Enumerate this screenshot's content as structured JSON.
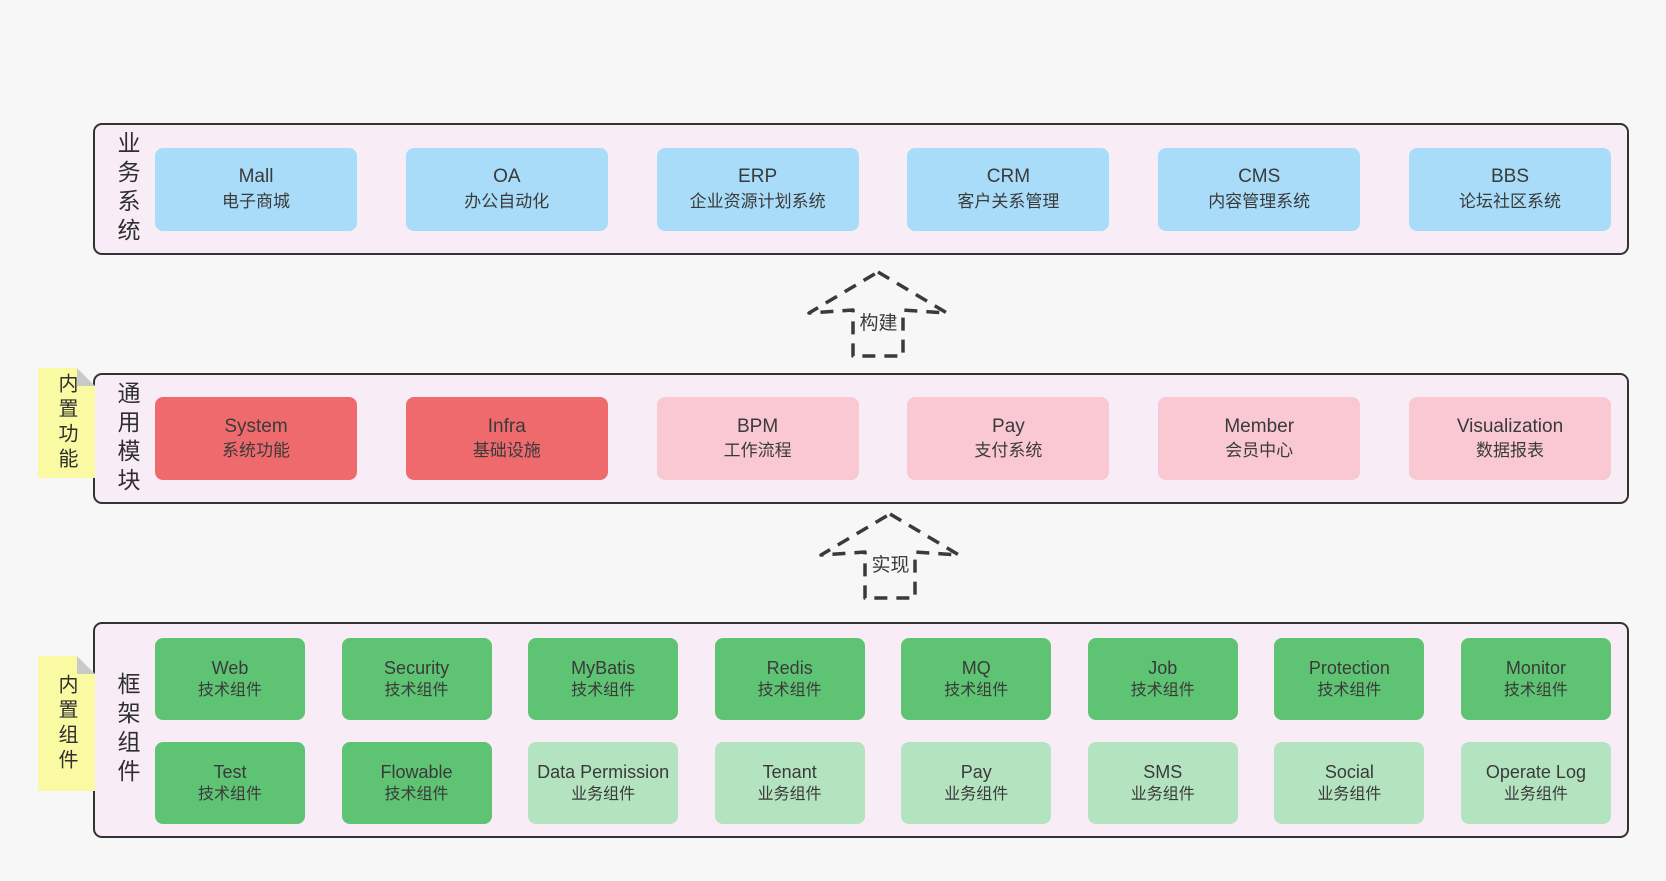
{
  "colors": {
    "page_bg": "#f7f7f7",
    "band_bg": "#f8edf6",
    "band_border": "#333333",
    "blue_box": "#a9dcf9",
    "red_box": "#ef6a6c",
    "pink_box": "#f9c8d3",
    "green_box": "#5ec473",
    "light_green_box": "#b4e3c0",
    "sticky_yellow": "#fafaa3",
    "sticky_fold_gray": "#c9c9c9",
    "text": "#3b3b3b"
  },
  "bands": [
    {
      "label": "业务系统",
      "items": [
        {
          "name": "Mall",
          "desc": "电子商城"
        },
        {
          "name": "OA",
          "desc": "办公自动化"
        },
        {
          "name": "ERP",
          "desc": "企业资源计划系统"
        },
        {
          "name": "CRM",
          "desc": "客户关系管理"
        },
        {
          "name": "CMS",
          "desc": "内容管理系统"
        },
        {
          "name": "BBS",
          "desc": "论坛社区系统"
        }
      ]
    },
    {
      "label": "通用模块",
      "sticky": "内置功能",
      "items": [
        {
          "name": "System",
          "desc": "系统功能"
        },
        {
          "name": "Infra",
          "desc": "基础设施"
        },
        {
          "name": "BPM",
          "desc": "工作流程"
        },
        {
          "name": "Pay",
          "desc": "支付系统"
        },
        {
          "name": "Member",
          "desc": "会员中心"
        },
        {
          "name": "Visualization",
          "desc": "数据报表"
        }
      ]
    },
    {
      "label": "框架组件",
      "sticky": "内置组件",
      "row1": [
        {
          "name": "Web",
          "desc": "技术组件"
        },
        {
          "name": "Security",
          "desc": "技术组件"
        },
        {
          "name": "MyBatis",
          "desc": "技术组件"
        },
        {
          "name": "Redis",
          "desc": "技术组件"
        },
        {
          "name": "MQ",
          "desc": "技术组件"
        },
        {
          "name": "Job",
          "desc": "技术组件"
        },
        {
          "name": "Protection",
          "desc": "技术组件"
        },
        {
          "name": "Monitor",
          "desc": "技术组件"
        }
      ],
      "row2": [
        {
          "name": "Test",
          "desc": "技术组件"
        },
        {
          "name": "Flowable",
          "desc": "技术组件"
        },
        {
          "name": "Data Permission",
          "desc": "业务组件"
        },
        {
          "name": "Tenant",
          "desc": "业务组件"
        },
        {
          "name": "Pay",
          "desc": "业务组件"
        },
        {
          "name": "SMS",
          "desc": "业务组件"
        },
        {
          "name": "Social",
          "desc": "业务组件"
        },
        {
          "name": "Operate Log",
          "desc": "业务组件"
        }
      ]
    }
  ],
  "arrows": [
    {
      "label": "构建"
    },
    {
      "label": "实现"
    }
  ]
}
